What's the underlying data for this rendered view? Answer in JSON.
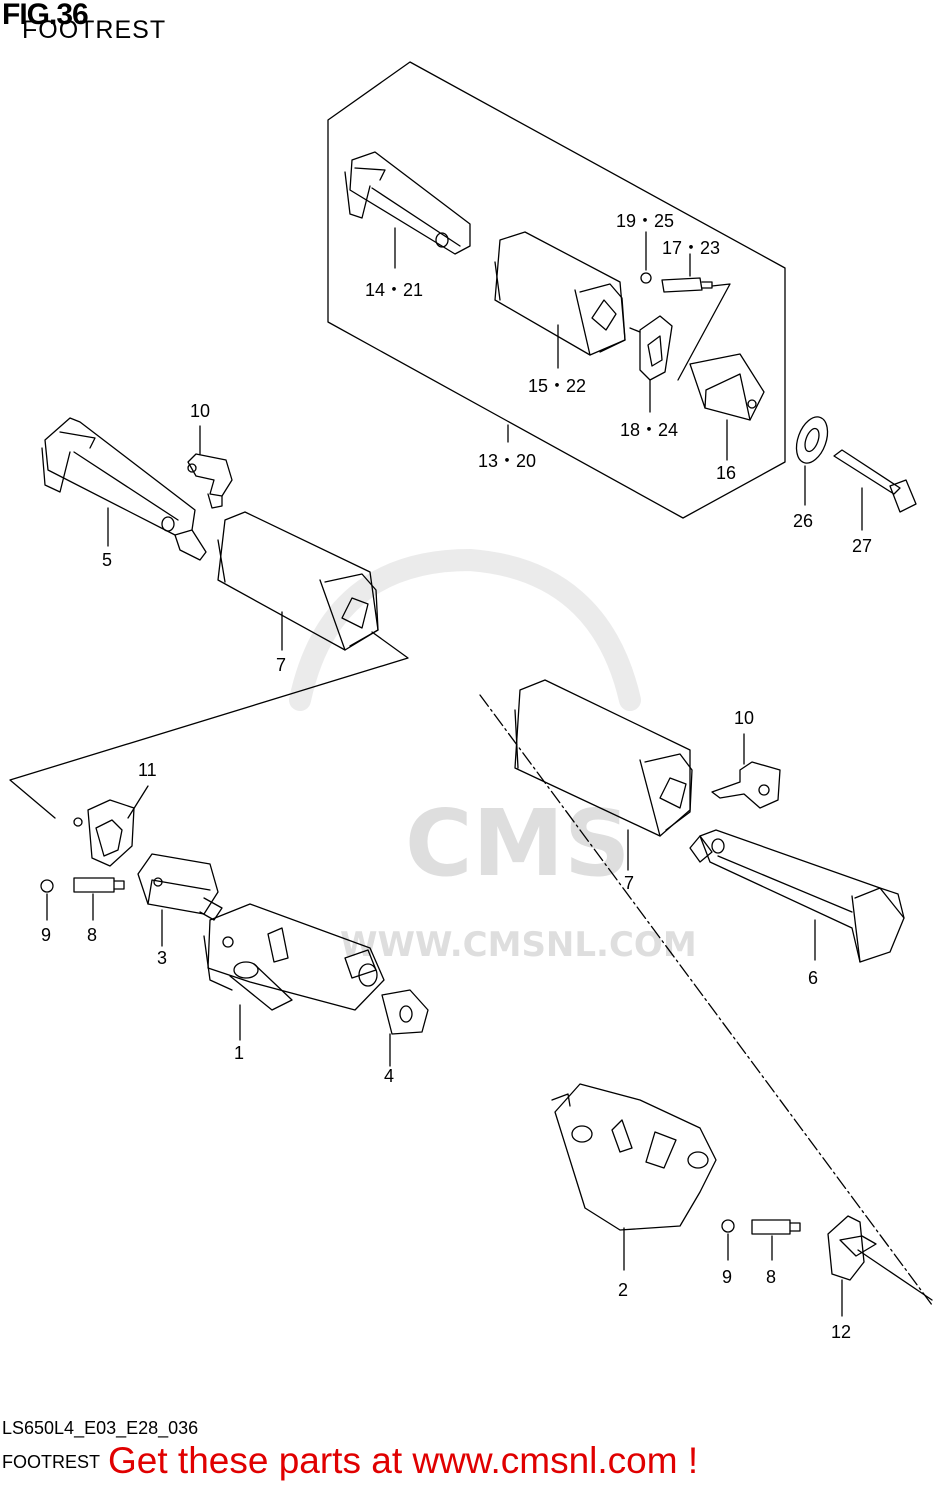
{
  "header": {
    "title": "FIG.36",
    "subtitle": "FOOTREST"
  },
  "watermark": {
    "brand": "CMS",
    "url": "WWW.CMSNL.COM"
  },
  "labels": {
    "p1": "1",
    "p2": "2",
    "p3": "3",
    "p4": "4",
    "p5": "5",
    "p6": "6",
    "p7a": "7",
    "p7b": "7",
    "p8a": "8",
    "p8b": "8",
    "p9a": "9",
    "p9b": "9",
    "p10a": "10",
    "p10b": "10",
    "p11": "11",
    "p12": "12",
    "p13": "13・20",
    "p14": "14・21",
    "p15": "15・22",
    "p16": "16",
    "p17": "17・23",
    "p18": "18・24",
    "p19": "19・25",
    "p26": "26",
    "p27": "27"
  },
  "footer": {
    "code": "LS650L4_E03_E28_036",
    "name": "FOOTREST",
    "cta": "Get these parts at www.cmsnl.com !"
  },
  "colors": {
    "line": "#000000",
    "cta": "#e00000",
    "watermark": "#d9d9d9"
  }
}
